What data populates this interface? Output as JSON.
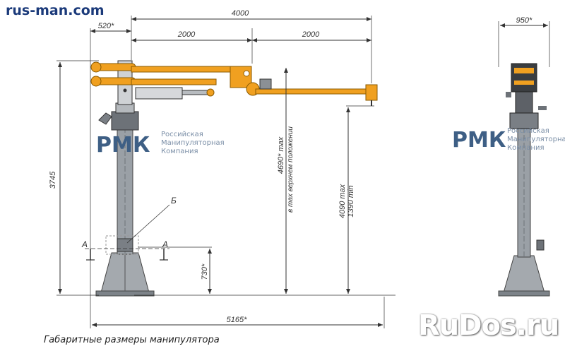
{
  "header": {
    "site": "rus-man.com"
  },
  "caption": "Габаритные размеры манипулятора",
  "watermark": "RuDos.ru",
  "logo": {
    "mark": "РМК",
    "lines": [
      "Российская",
      "Манипуляторная",
      "Компания"
    ],
    "colors": {
      "mark": "#3e5f85",
      "text": "#7a8ea6"
    }
  },
  "front_view": {
    "dimensions": {
      "total_reach": "4000",
      "left_offset": "520*",
      "arm_segment_1": "2000",
      "arm_segment_2": "2000",
      "total_height": "3745",
      "max_height_label": "4690* max",
      "upper_position_note": "в max верхнем положении",
      "range_max": "4090 max",
      "range_min": "1390 min",
      "base_height": "730*",
      "base_width": "5165*"
    },
    "section_marks": {
      "left": "A",
      "right": "A",
      "detail": "Б"
    }
  },
  "side_view": {
    "dimensions": {
      "width": "950*"
    }
  },
  "colors": {
    "arm": "#f0a020",
    "column": "#9aa0a6",
    "line": "#333333"
  }
}
